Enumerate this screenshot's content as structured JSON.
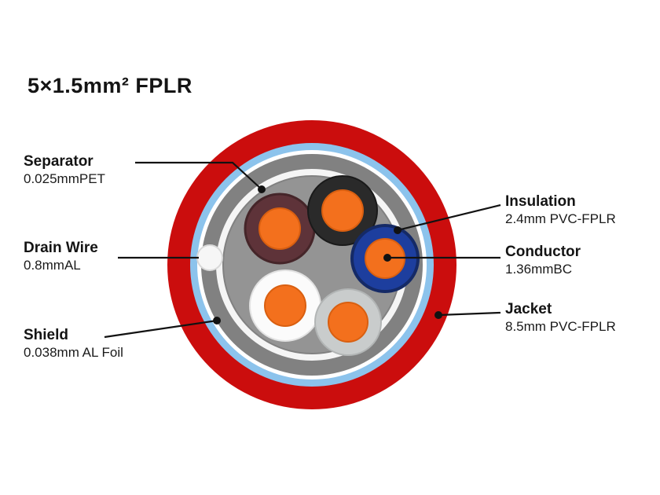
{
  "title": "5×1.5mm² FPLR",
  "callouts": {
    "separator": {
      "label": "Separator",
      "value": "0.025mmPET"
    },
    "drain_wire": {
      "label": "Drain Wire",
      "value": "0.8mmAL"
    },
    "shield": {
      "label": "Shield",
      "value": "0.038mm AL Foil"
    },
    "insulation": {
      "label": "Insulation",
      "value": "2.4mm PVC-FPLR"
    },
    "conductor": {
      "label": "Conductor",
      "value": "1.36mmBC"
    },
    "jacket": {
      "label": "Jacket",
      "value": "8.5mm PVC-FPLR"
    }
  },
  "colors": {
    "jacket_red": "#cb0d0d",
    "separator_tape_blue": "#8cc3ec",
    "ring_white": "#ffffff",
    "shield_gray": "#818181",
    "inner_gray": "#949494",
    "separator_ring_white": "#f5f5f5",
    "insulation_brown": "#5e3339",
    "insulation_black": "#2a2a2a",
    "insulation_blue": "#1d3e9e",
    "insulation_white": "#fbfbfb",
    "insulation_gray": "#c9cccc",
    "conductor_orange": "#f3701d",
    "drain_white": "#f6f6f6",
    "line_black": "#121212"
  }
}
